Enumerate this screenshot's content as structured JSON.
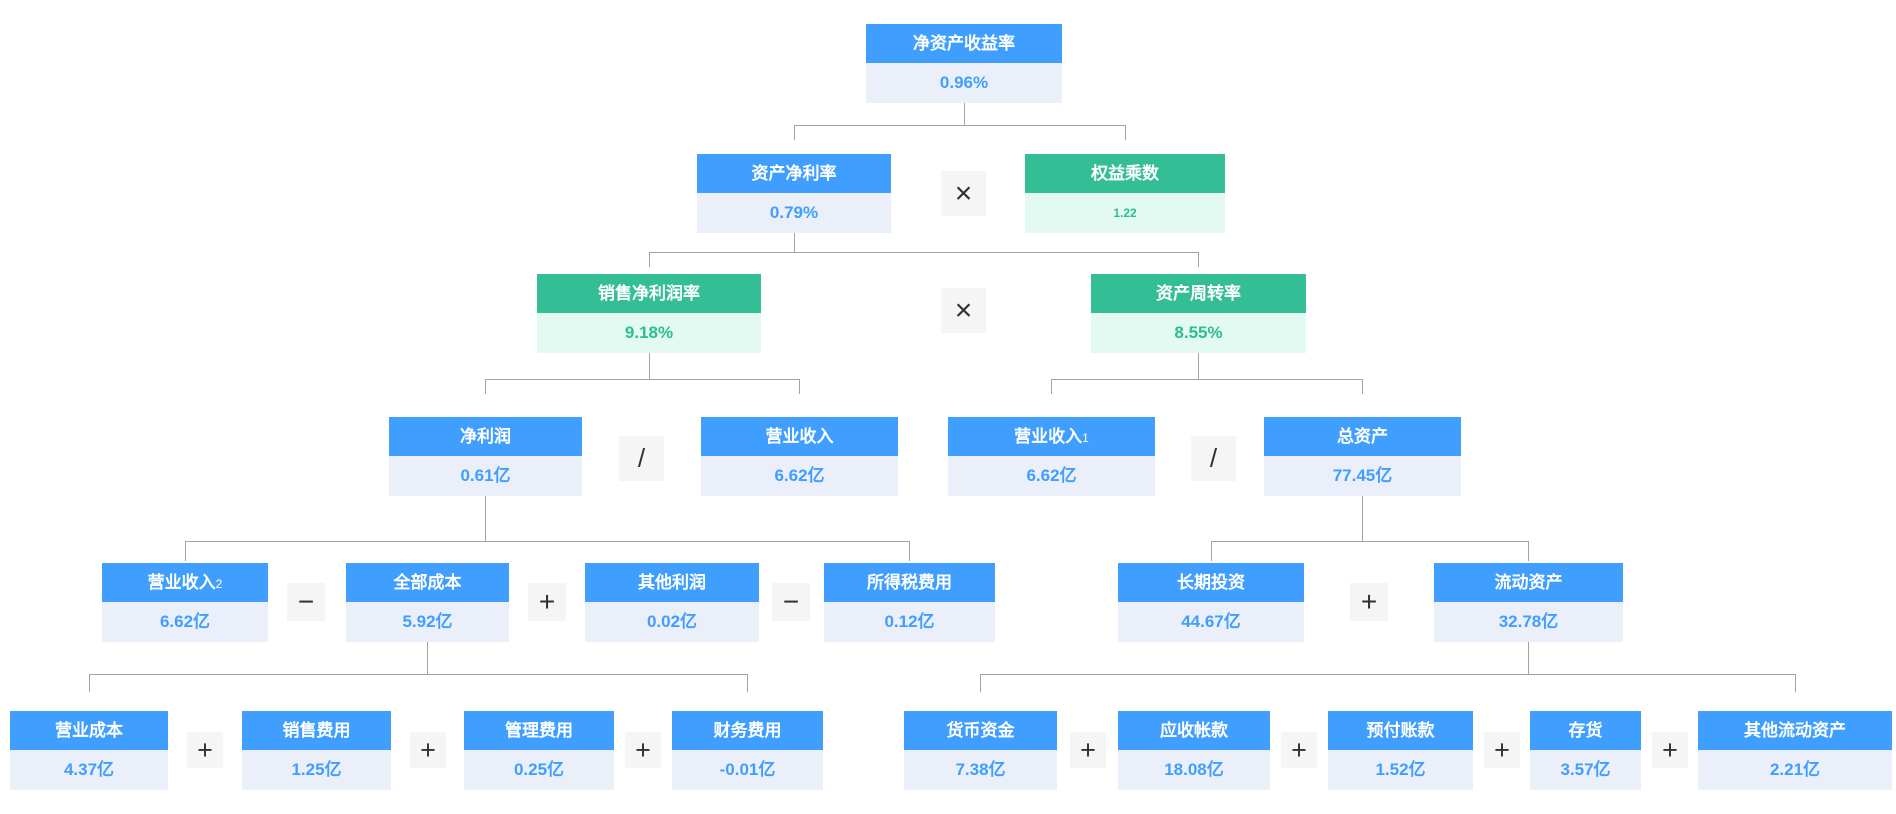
{
  "theme": {
    "blue_header": "#409EFF",
    "blue_value": "#409EFF",
    "blue_body_bg": "#EAEFFA",
    "green_header": "#34BE96",
    "green_value": "#2DBD92",
    "green_body_bg": "#E3FAF2",
    "operator_bg": "#F5F5F5",
    "operator_color": "#303133",
    "connector_color": "#A3A3A3"
  },
  "operators": {
    "multiply": "×",
    "divide": "/",
    "plus": "+",
    "minus": "−"
  },
  "nodes": {
    "roe": {
      "label": "净资产收益率",
      "value": "0.96%"
    },
    "roa": {
      "label": "资产净利率",
      "value": "0.79%"
    },
    "equity": {
      "label": "权益乘数",
      "value": "1.22"
    },
    "npm": {
      "label": "销售净利润率",
      "value": "9.18%"
    },
    "turnover": {
      "label": "资产周转率",
      "value": "8.55%"
    },
    "net_profit": {
      "label": "净利润",
      "value": "0.61亿"
    },
    "revenue": {
      "label": "营业收入",
      "value": "6.62亿"
    },
    "revenue1": {
      "label": "营业收入",
      "sub": "1",
      "value": "6.62亿"
    },
    "total_assets": {
      "label": "总资产",
      "value": "77.45亿"
    },
    "revenue2": {
      "label": "营业收入",
      "sub": "2",
      "value": "6.62亿"
    },
    "total_cost": {
      "label": "全部成本",
      "value": "5.92亿"
    },
    "other_profit": {
      "label": "其他利润",
      "value": "0.02亿"
    },
    "income_tax": {
      "label": "所得税费用",
      "value": "0.12亿"
    },
    "long_term": {
      "label": "长期投资",
      "value": "44.67亿"
    },
    "current_assets": {
      "label": "流动资产",
      "value": "32.78亿"
    },
    "operating_cost": {
      "label": "营业成本",
      "value": "4.37亿"
    },
    "selling": {
      "label": "销售费用",
      "value": "1.25亿"
    },
    "admin": {
      "label": "管理费用",
      "value": "0.25亿"
    },
    "finance": {
      "label": "财务费用",
      "value": "-0.01亿"
    },
    "cash": {
      "label": "货币资金",
      "value": "7.38亿"
    },
    "receivables": {
      "label": "应收帐款",
      "value": "18.08亿"
    },
    "prepay": {
      "label": "预付账款",
      "value": "1.52亿"
    },
    "inventory": {
      "label": "存货",
      "value": "3.57亿"
    },
    "other_current": {
      "label": "其他流动资产",
      "value": "2.21亿"
    }
  }
}
